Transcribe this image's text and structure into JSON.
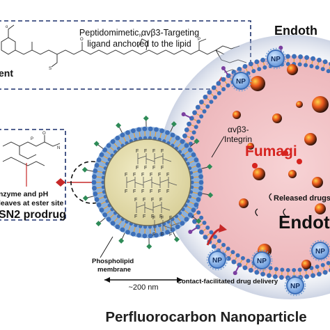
{
  "ligand_box": {
    "line1": "Peptidomimetic αvβ3-Targeting",
    "line2": "ligand anchored to the lipid",
    "agent_fragment": "ent"
  },
  "prodrug_box": {
    "line1": "nzyme and pH",
    "line2": "leaves at ester site",
    "title": "SN2 prodrug"
  },
  "nanoparticle": {
    "core_formula": "F",
    "membrane_label_line1": "Phospholipid",
    "membrane_label_line2": "membrane",
    "size_label": "~200 nm",
    "delivery_label": "Contact-facilitated drug delivery",
    "title": "Perfluorocarbon Nanoparticle"
  },
  "cell": {
    "integrin_line1": "αvβ3-",
    "integrin_line2": "Integrin",
    "drug_name": "Fumagi",
    "released_label": "Released drugs",
    "cell_name": "Endoth"
  },
  "np_badge": "NP",
  "colors": {
    "membrane_blue": "#3d6fb8",
    "lipid_tail": "#e8a13a",
    "core_fill": "#e6e0b0",
    "cell_fill": "#f3c9cc",
    "drug_red": "#d6231f",
    "pointer_red": "#c62828",
    "ligand_green": "#2e8b57",
    "integrin_purple": "#7b3fa0"
  }
}
